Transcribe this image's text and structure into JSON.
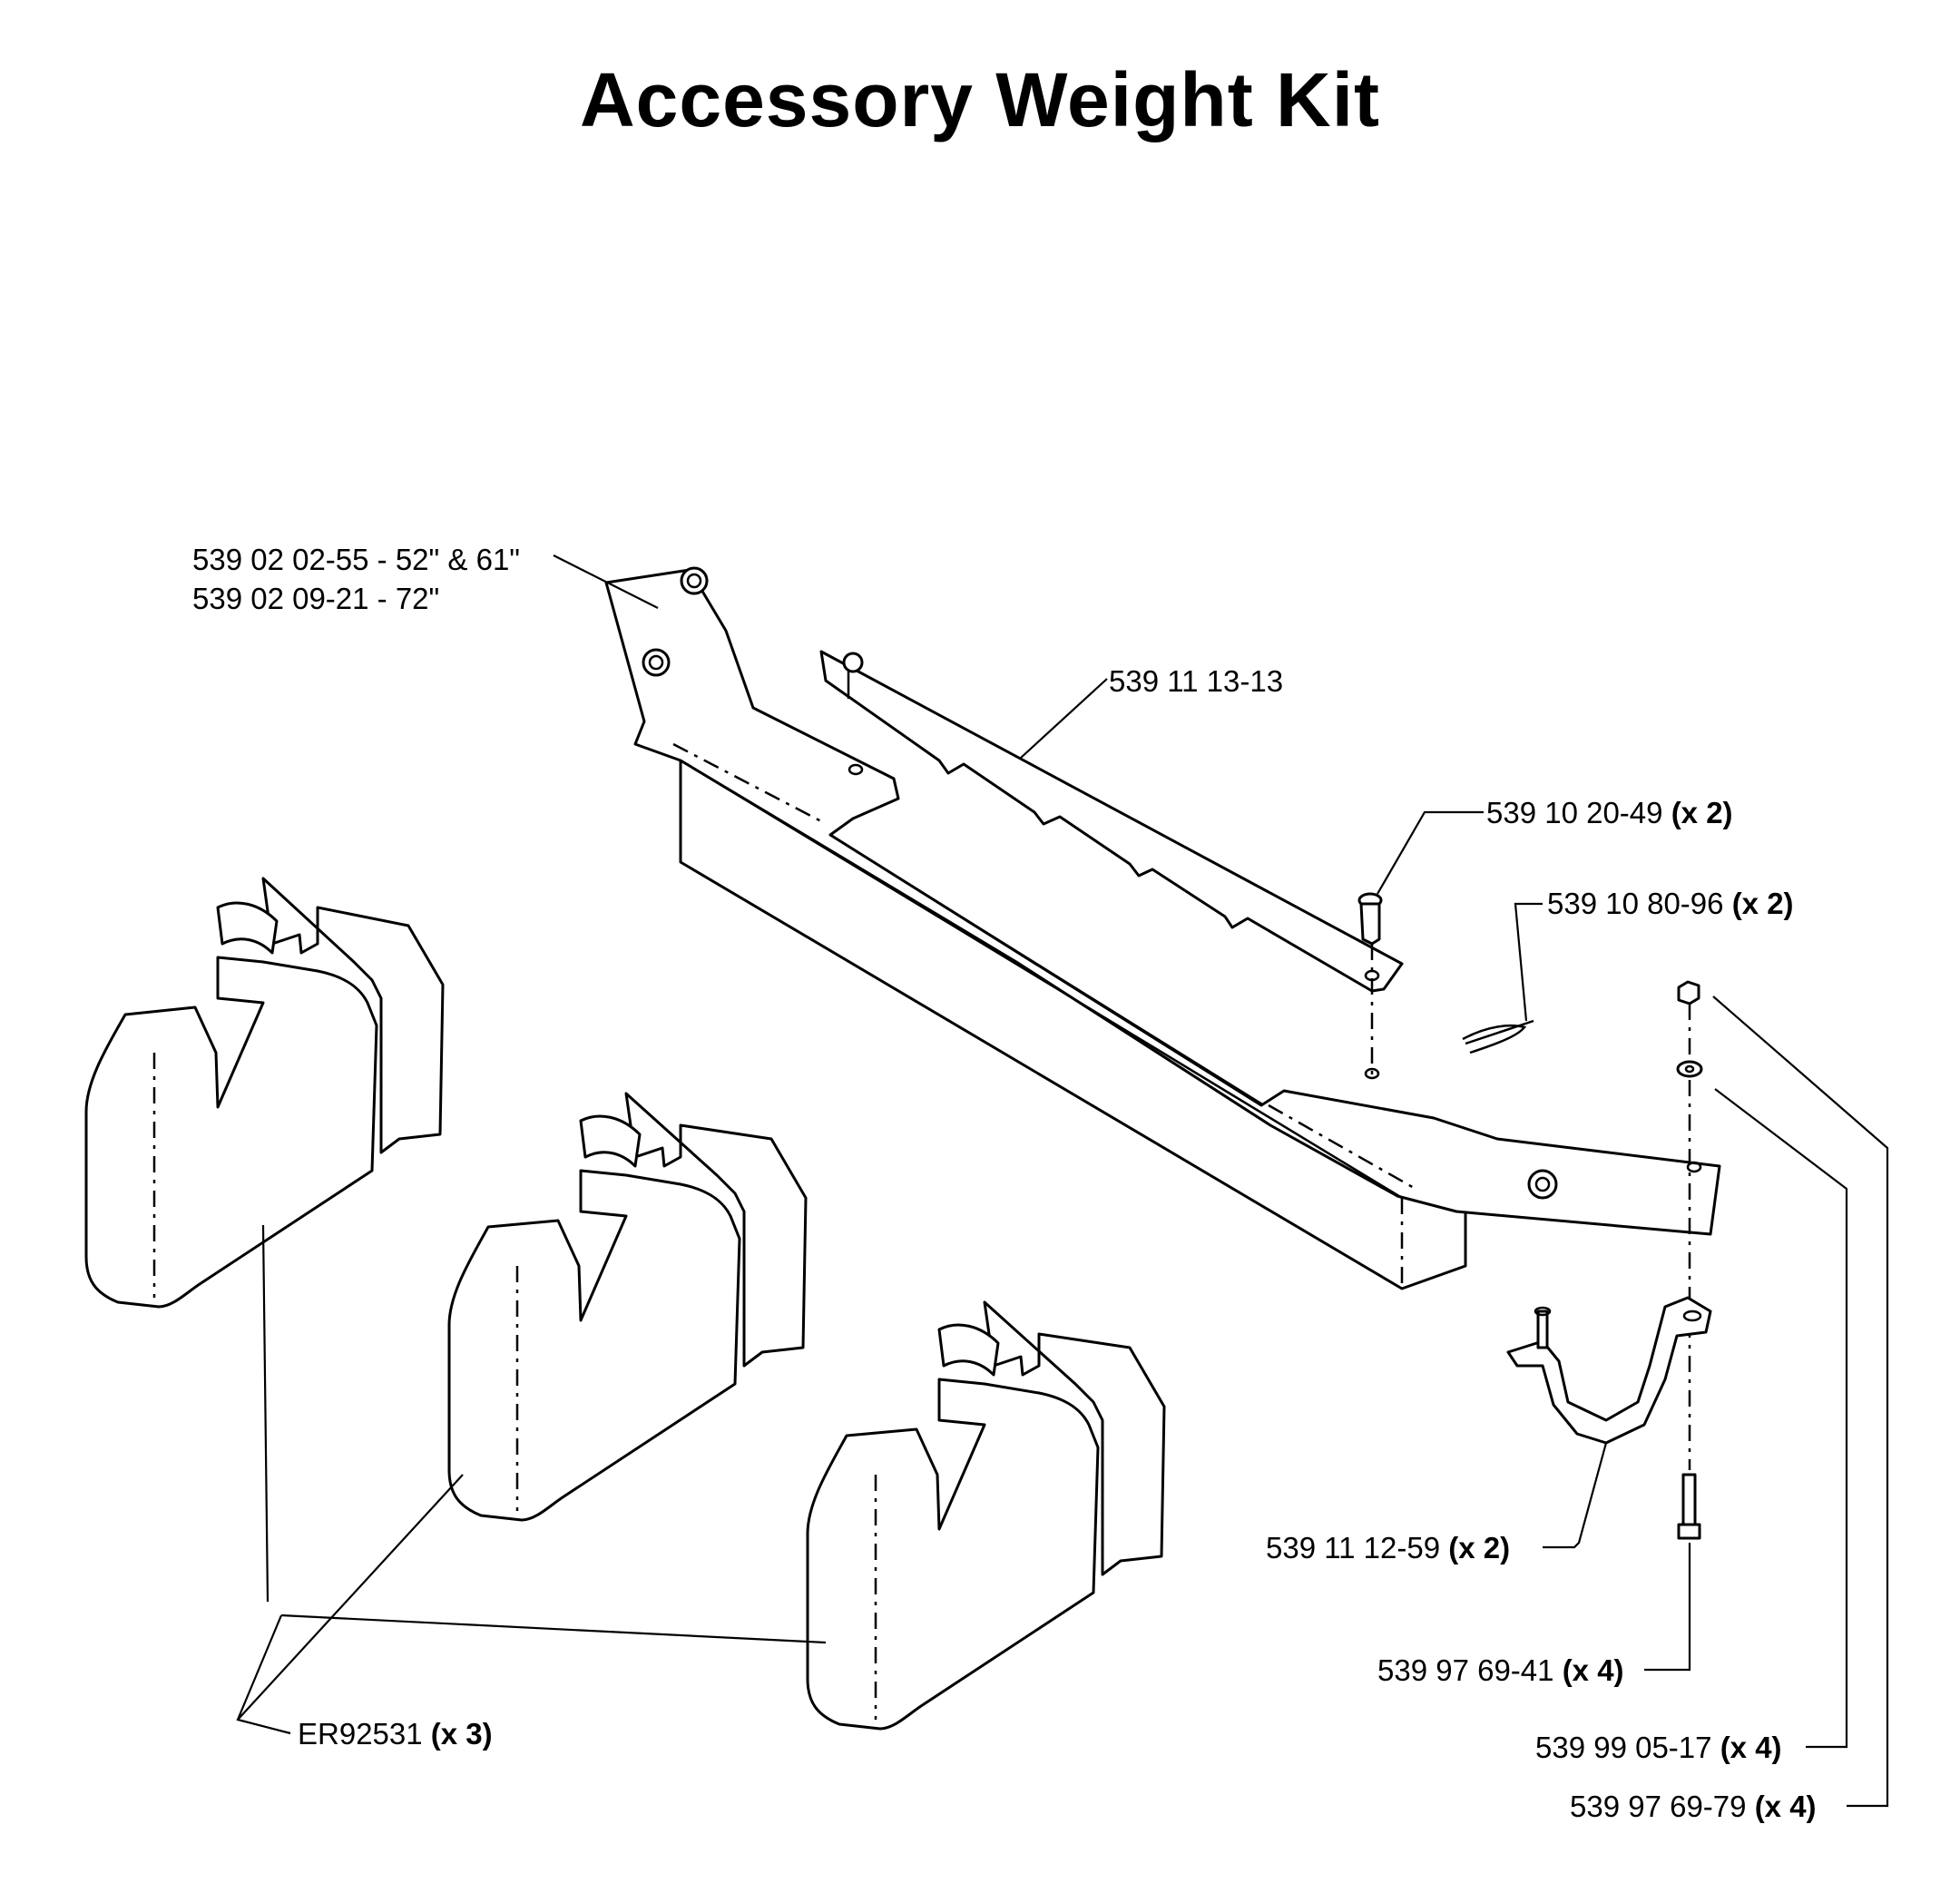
{
  "title": "Accessory Weight Kit",
  "labels": {
    "bracket_line1": "539 02 02-55 - 52\" & 61\"",
    "bracket_line2": "539 02 09-21 - 72\"",
    "bar": "539 11 13-13",
    "pin": {
      "part": "539 10 20-49",
      "qty": "(x 2)"
    },
    "clip": {
      "part": "539 10 80-96",
      "qty": "(x 2)"
    },
    "clamp": {
      "part": "539 11 12-59",
      "qty": "(x 2)"
    },
    "weight": {
      "part": "ER92531",
      "qty": "(x 3)"
    },
    "bolt": {
      "part": "539 97 69-41",
      "qty": "(x 4)"
    },
    "washer": {
      "part": "539 99 05-17",
      "qty": "(x 4)"
    },
    "nut": {
      "part": "539 97 69-79",
      "qty": "(x 4)"
    }
  }
}
